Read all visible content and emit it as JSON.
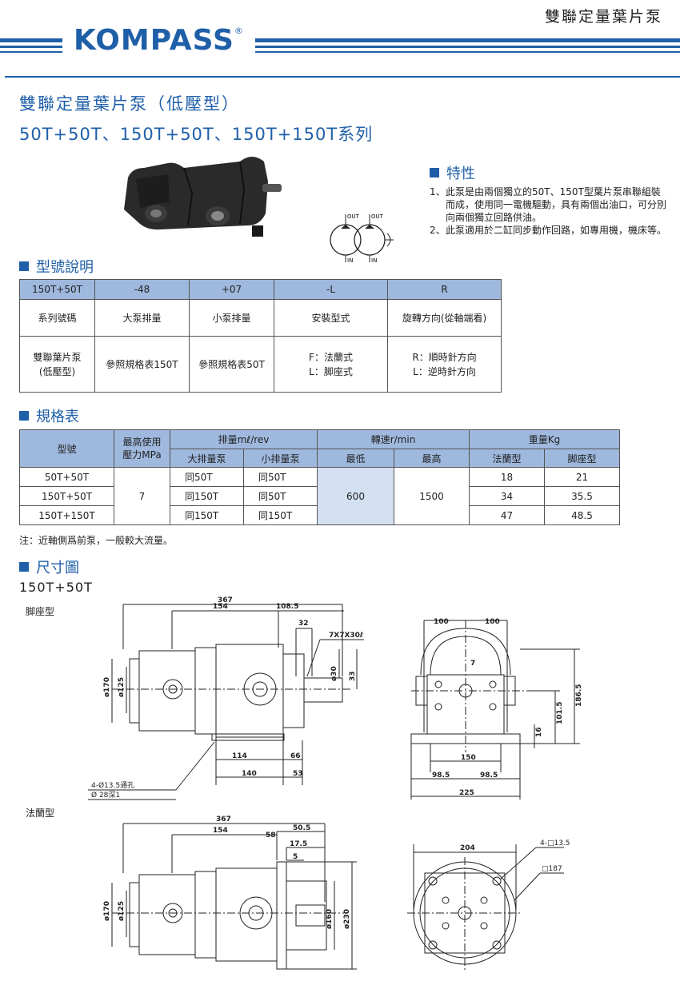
{
  "header": {
    "top_title": "雙聯定量葉片泵",
    "brand": "KOMPASS",
    "registered_mark": "®"
  },
  "product": {
    "title": "雙聯定量葉片泵（低壓型）",
    "subtitle": "50T+50T、150T+50T、150T+150T系列"
  },
  "symbol": {
    "out_label": "OUT",
    "in_label": "IN"
  },
  "features": {
    "heading": "特性",
    "items": [
      {
        "num": "1、",
        "text": "此泵是由兩個獨立的50T、150T型葉片泵串聯組裝而成，使用同一電機驅動，具有兩個出油口，可分別向兩個獨立回路供油。"
      },
      {
        "num": "2、",
        "text": "此泵適用於二缸同步動作回路，如專用機，機床等。"
      }
    ]
  },
  "model_code": {
    "heading": "型號說明",
    "codes": [
      "150T+50T",
      "-48",
      "+07",
      "-L",
      "R"
    ],
    "names": [
      "系列號碼",
      "大泵排量",
      "小泵排量",
      "安裝型式",
      "旋轉方向(從軸端看)"
    ],
    "details": [
      [
        "雙聯葉片泵",
        "(低壓型)"
      ],
      [
        "參照規格表150T"
      ],
      [
        "參照規格表50T"
      ],
      [
        "F：法蘭式",
        "L：脚座式"
      ],
      [
        "R：順時針方向",
        "L：逆時針方向"
      ]
    ]
  },
  "spec": {
    "heading": "規格表",
    "headers": {
      "model": "型號",
      "max_pressure": [
        "最高使用",
        "壓力MPa"
      ],
      "displacement": "排量mℓ/rev",
      "large_pump": "大排量泵",
      "small_pump": "小排量泵",
      "speed": "轉速r/min",
      "min": "最低",
      "max": "最高",
      "weight": "重量Kg",
      "flange": "法蘭型",
      "foot": "脚座型"
    },
    "rows": [
      {
        "model": "50T+50T",
        "large": "同50T",
        "small": "同50T",
        "flange": "18",
        "foot": "21"
      },
      {
        "model": "150T+50T",
        "large": "同150T",
        "small": "同50T",
        "flange": "34",
        "foot": "35.5"
      },
      {
        "model": "150T+150T",
        "large": "同150T",
        "small": "同150T",
        "flange": "47",
        "foot": "48.5"
      }
    ],
    "pressure": "7",
    "speed_min": "600",
    "speed_max": "1500"
  },
  "note": "注：近軸側爲前泵，一般較大流量。",
  "dimensions": {
    "heading": "尺寸圖",
    "model": "150T+50T",
    "foot_type": "脚座型",
    "flange_type": "法蘭型",
    "foot_dims": {
      "d367": "367",
      "d154": "154",
      "d108": "108.5",
      "d32": "32",
      "key": "7X7X30ℓ",
      "shaft": "ø30",
      "d33": "33",
      "d170": "ø170",
      "d125": "ø125",
      "d114": "114",
      "d66": "66",
      "d140": "140",
      "d53": "53",
      "hole_note": "4-Ø13.5通孔",
      "cb_note": "Ø 28深1"
    },
    "foot_side": {
      "d100a": "100",
      "d100b": "100",
      "d7": "7",
      "d186": "186.5",
      "d101": "101.5",
      "d16": "16",
      "d150": "150",
      "d98a": "98.5",
      "d98b": "98.5",
      "d225": "225"
    },
    "flange_dims": {
      "d367": "367",
      "d154": "154",
      "d58": "58",
      "d50": "50.5",
      "d17": "17.5",
      "d5": "5",
      "d170": "ø170",
      "d125": "ø125",
      "d160": "ø160",
      "d230": "ø230"
    },
    "flange_side": {
      "d204": "204",
      "holes": "4-□13.5",
      "d187": "□187"
    }
  }
}
